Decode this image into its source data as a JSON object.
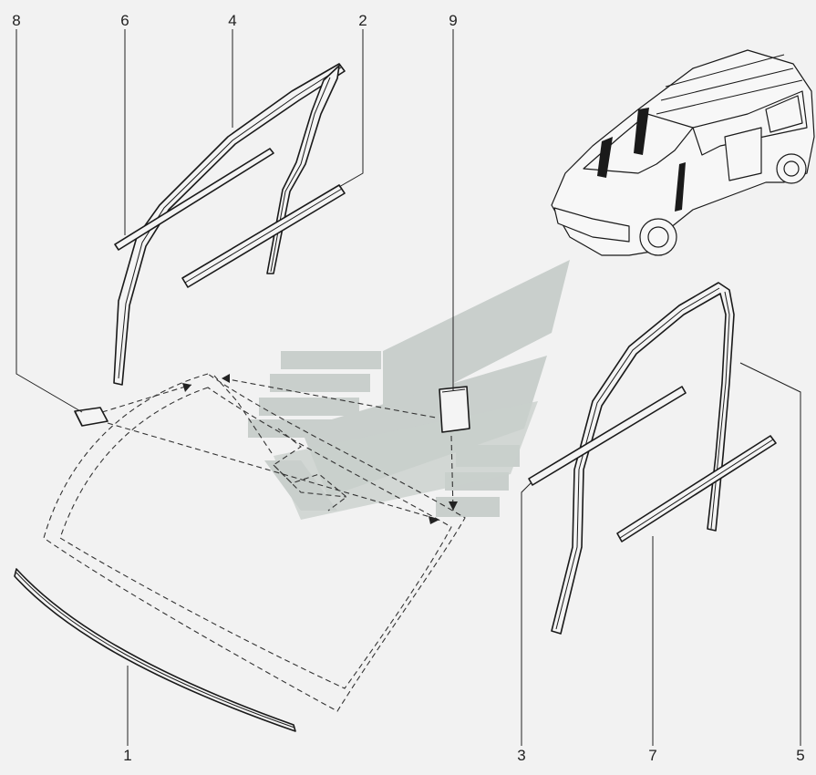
{
  "diagram": {
    "callouts": [
      {
        "id": "c8",
        "label": "8"
      },
      {
        "id": "c6",
        "label": "6"
      },
      {
        "id": "c4",
        "label": "4"
      },
      {
        "id": "c2",
        "label": "2"
      },
      {
        "id": "c9",
        "label": "9"
      },
      {
        "id": "c1",
        "label": "1"
      },
      {
        "id": "c3",
        "label": "3"
      },
      {
        "id": "c7",
        "label": "7"
      },
      {
        "id": "c5",
        "label": "5"
      }
    ],
    "watermark_color": "#c9cfcc",
    "line_color": "#1a1a1a",
    "background_color": "#f2f2f2"
  }
}
